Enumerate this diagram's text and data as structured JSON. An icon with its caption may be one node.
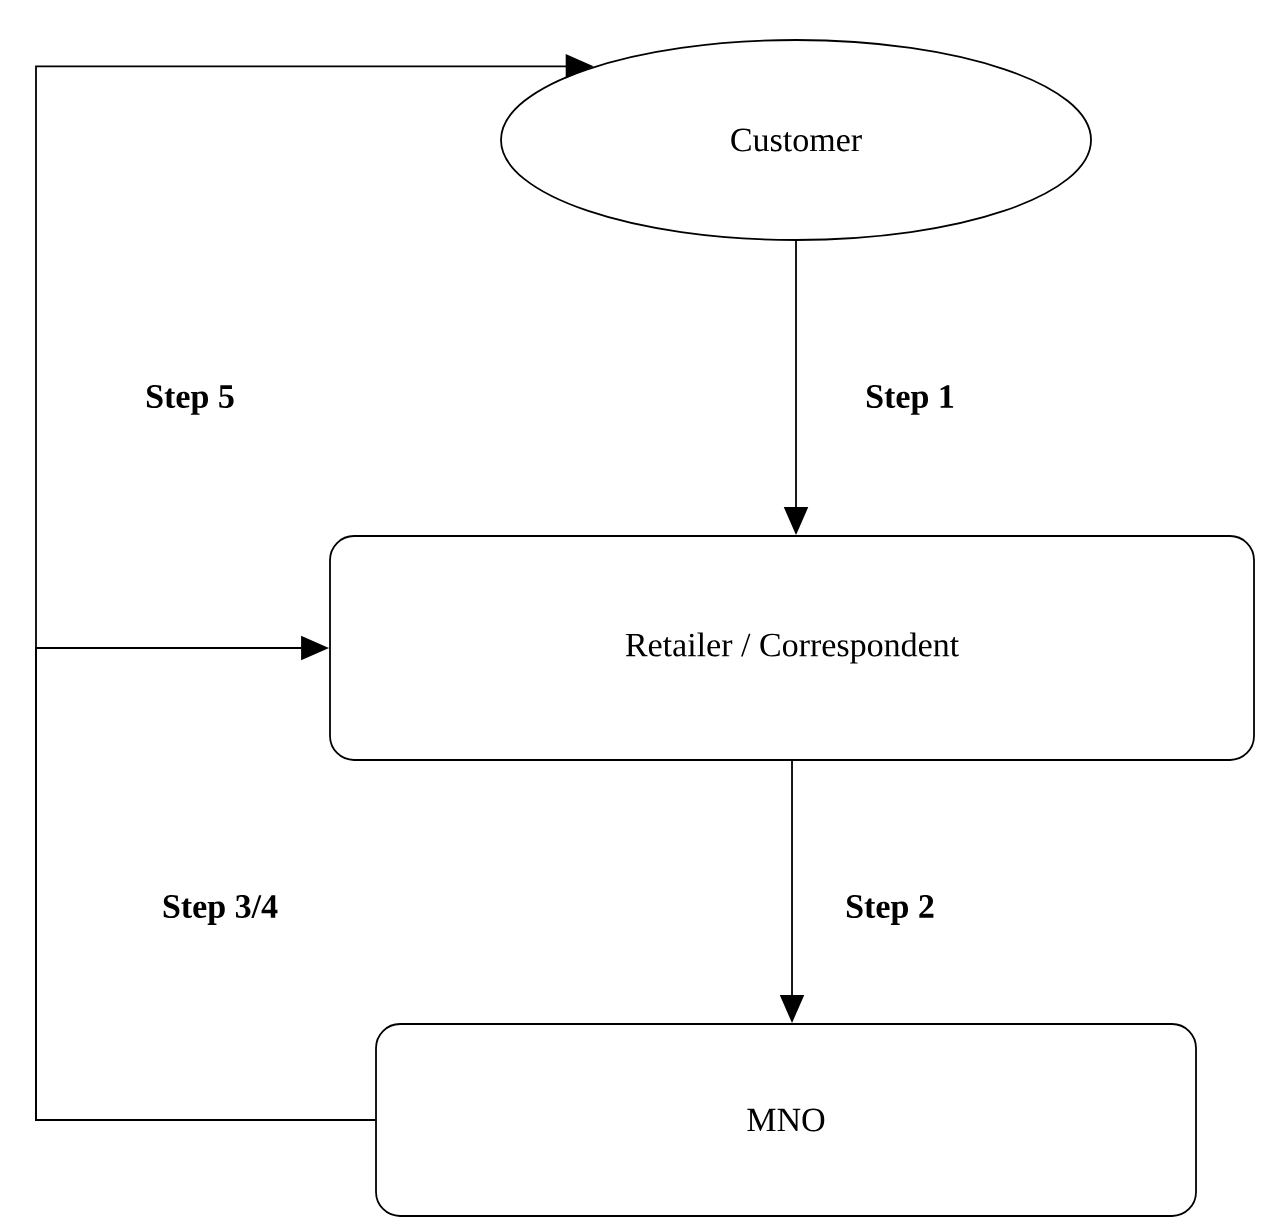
{
  "diagram": {
    "nodes": [
      {
        "text": [
          "Customer"
        ]
      },
      {
        "text": [
          "Retailer / Correspondent"
        ]
      },
      {
        "text": [
          "MNO"
        ]
      }
    ],
    "edges": [
      {
        "from": 0,
        "to": 1,
        "arrow": "to",
        "label": "Step 1"
      },
      {
        "from": 1,
        "to": 2,
        "arrow": "to",
        "label": "Step 2"
      },
      {
        "from": 2,
        "to": 1,
        "arrow": "to",
        "label": "Step 3/4"
      },
      {
        "from": 2,
        "to": 0,
        "arrow": "to",
        "label": "Step 5"
      }
    ]
  }
}
